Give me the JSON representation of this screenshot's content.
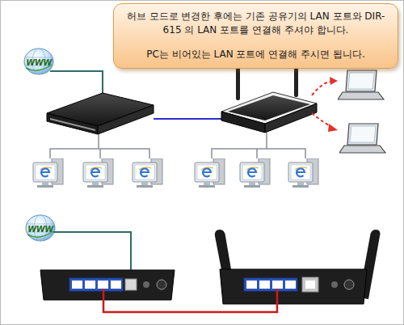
{
  "diagram": {
    "nodes": [
      {
        "text": [
          "허브 모드로 변경한 후에는 기존 공유기의 LAN 포트와 DIR-615 의 LAN 포트를 연결해 주셔야 합니다.",
          "PC는 비어있는 LAN 포트에 연결해 주시면 됩니다."
        ]
      }
    ],
    "labels": [
      "WWW",
      "WWW"
    ]
  }
}
